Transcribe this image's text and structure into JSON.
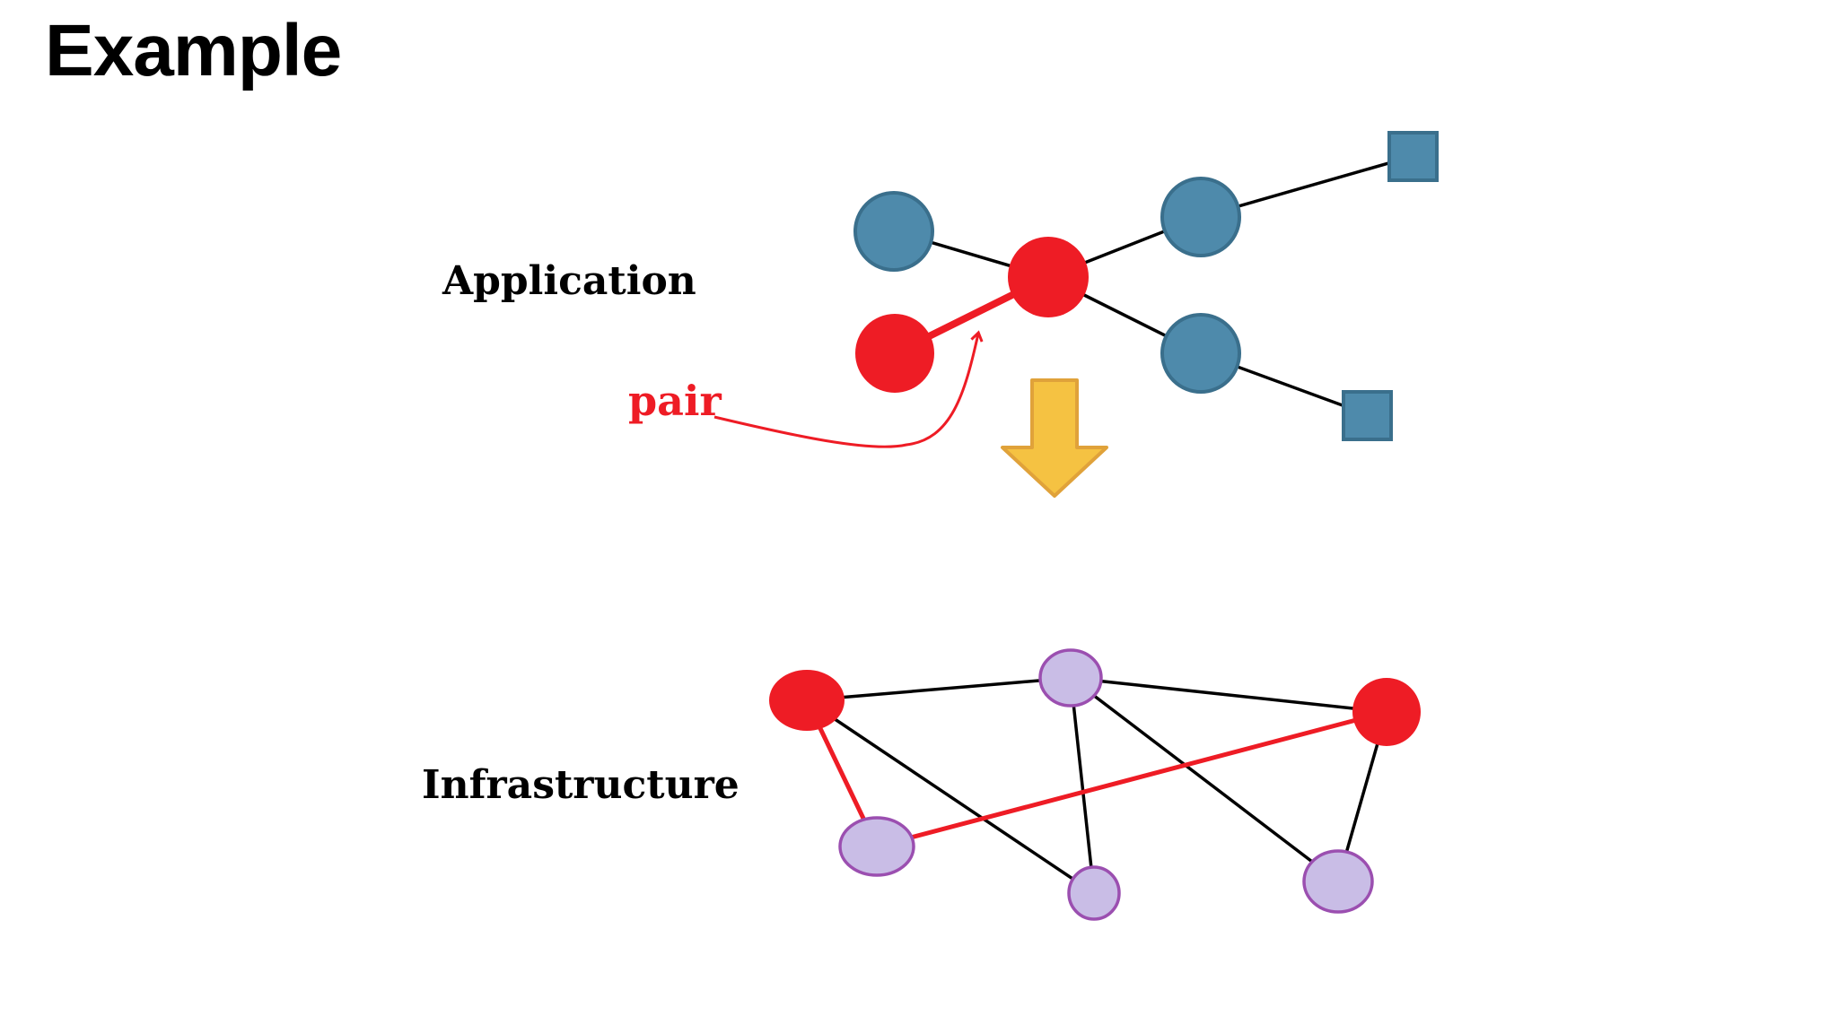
{
  "title": "Example",
  "labels": {
    "application": "Application",
    "infrastructure": "Infrastructure",
    "pair": "pair"
  },
  "colors": {
    "app_node": "#4e8aab",
    "app_node_stroke": "#3a6f8c",
    "highlight_red": "#ee1c25",
    "infra_node": "#c9bde6",
    "infra_node_stroke": "#9b4fb0",
    "arrow_fill": "#f5c242",
    "arrow_stroke": "#e0a23a",
    "edge": "#000000"
  },
  "application_graph": {
    "nodes": [
      {
        "id": "a1",
        "shape": "circle",
        "highlight": false
      },
      {
        "id": "a2",
        "shape": "circle",
        "highlight": true
      },
      {
        "id": "a3",
        "shape": "circle",
        "highlight": true
      },
      {
        "id": "a4",
        "shape": "circle",
        "highlight": false
      },
      {
        "id": "a5",
        "shape": "circle",
        "highlight": false
      },
      {
        "id": "a6",
        "shape": "square",
        "highlight": false
      },
      {
        "id": "a7",
        "shape": "square",
        "highlight": false
      }
    ],
    "edges": [
      {
        "from": "a1",
        "to": "a3",
        "highlight": false
      },
      {
        "from": "a2",
        "to": "a3",
        "highlight": true
      },
      {
        "from": "a3",
        "to": "a4",
        "highlight": false
      },
      {
        "from": "a3",
        "to": "a5",
        "highlight": false
      },
      {
        "from": "a4",
        "to": "a6",
        "highlight": false
      },
      {
        "from": "a5",
        "to": "a7",
        "highlight": false
      }
    ]
  },
  "infrastructure_graph": {
    "nodes": [
      {
        "id": "i1",
        "highlight": true
      },
      {
        "id": "i2",
        "highlight": false
      },
      {
        "id": "i3",
        "highlight": true
      },
      {
        "id": "i4",
        "highlight": false
      },
      {
        "id": "i5",
        "highlight": false
      },
      {
        "id": "i6",
        "highlight": false
      }
    ],
    "edges": [
      {
        "from": "i1",
        "to": "i2",
        "highlight": false
      },
      {
        "from": "i2",
        "to": "i3",
        "highlight": false
      },
      {
        "from": "i1",
        "to": "i4",
        "highlight": true
      },
      {
        "from": "i4",
        "to": "i3",
        "highlight": true
      },
      {
        "from": "i1",
        "to": "i5",
        "highlight": false
      },
      {
        "from": "i2",
        "to": "i5",
        "highlight": false
      },
      {
        "from": "i2",
        "to": "i6",
        "highlight": false
      },
      {
        "from": "i3",
        "to": "i6",
        "highlight": false
      }
    ]
  }
}
